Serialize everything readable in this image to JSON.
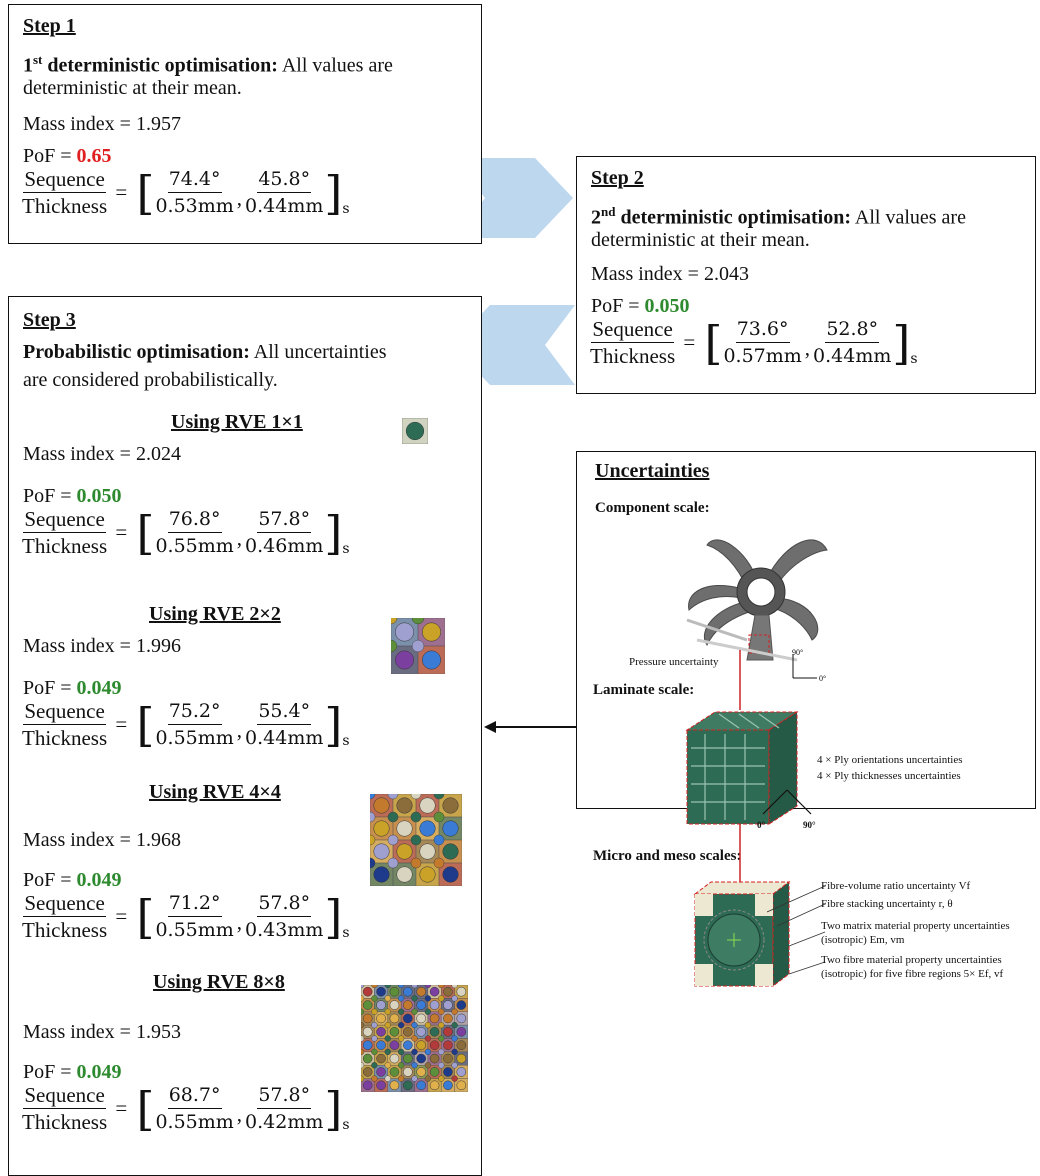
{
  "step1": {
    "title": "Step 1",
    "heading_num": "1",
    "heading_sup": "st",
    "heading_rest": " deterministic optimisation:",
    "desc1": " All values are",
    "desc2": "deterministic at their mean.",
    "mass": "Mass index = 1.957",
    "pof_label": "PoF = ",
    "pof_value": "0.65",
    "eq": {
      "lhs_num": "Sequence",
      "lhs_den": "Thickness",
      "a_num": "74.4°",
      "a_den": "0.53mm",
      "b_num": "45.8°",
      "b_den": "0.44mm",
      "sub": "s"
    }
  },
  "step2": {
    "title": "Step 2",
    "heading_num": "2",
    "heading_sup": "nd",
    "heading_rest": " deterministic optimisation:",
    "desc1": " All values are",
    "desc2": "deterministic at their mean.",
    "mass": "Mass index = 2.043",
    "pof_label": "PoF = ",
    "pof_value": "0.050",
    "eq": {
      "lhs_num": "Sequence",
      "lhs_den": "Thickness",
      "a_num": "73.6°",
      "a_den": "0.57mm",
      "b_num": "52.8°",
      "b_den": "0.44mm",
      "sub": "s"
    }
  },
  "step3": {
    "title": "Step 3",
    "heading": "Probabilistic optimisation:",
    "desc1": " All uncertainties",
    "desc2": "are considered probabilistically.",
    "rves": [
      {
        "title": "Using RVE 1×1",
        "mass": "Mass index = 2.024",
        "pof_label": "PoF = ",
        "pof_value": "0.050",
        "eq": {
          "lhs_num": "Sequence",
          "lhs_den": "Thickness",
          "a_num": "76.8°",
          "a_den": "0.55mm",
          "b_num": "57.8°",
          "b_den": "0.46mm",
          "sub": "s"
        }
      },
      {
        "title": "Using RVE 2×2",
        "mass": "Mass index = 1.996",
        "pof_label": "PoF = ",
        "pof_value": "0.049",
        "eq": {
          "lhs_num": "Sequence",
          "lhs_den": "Thickness",
          "a_num": "75.2°",
          "a_den": "0.55mm",
          "b_num": "55.4°",
          "b_den": "0.44mm",
          "sub": "s"
        }
      },
      {
        "title": "Using RVE 4×4",
        "mass": "Mass index = 1.968",
        "pof_label": "PoF = ",
        "pof_value": "0.049",
        "eq": {
          "lhs_num": "Sequence",
          "lhs_den": "Thickness",
          "a_num": "71.2°",
          "a_den": "0.55mm",
          "b_num": "57.8°",
          "b_den": "0.43mm",
          "sub": "s"
        }
      },
      {
        "title": "Using RVE 8×8",
        "mass": "Mass index = 1.953",
        "pof_label": "PoF = ",
        "pof_value": "0.049",
        "eq": {
          "lhs_num": "Sequence",
          "lhs_den": "Thickness",
          "a_num": "68.7°",
          "a_den": "0.55mm",
          "b_num": "57.8°",
          "b_den": "0.42mm",
          "sub": "s"
        }
      }
    ]
  },
  "uncertainties": {
    "title": "Uncertainties",
    "component_scale": "Component scale:",
    "pressure": "Pressure uncertainty",
    "axis_90": "90°",
    "axis_0": "0°",
    "laminate_scale": "Laminate scale:",
    "ply_orient": "4 × Ply orientations uncertainties",
    "ply_thick": "4 × Ply thicknesses uncertainties",
    "lam_0": "0°",
    "lam_90": "90°",
    "micro_scale": "Micro and meso scales:",
    "fibre_volume": "Fibre-volume  ratio uncertainty  Vf",
    "fibre_stacking": "Fibre stacking uncertainty  r, θ",
    "matrix1": "Two matrix  material  property uncertainties",
    "matrix2": "(isotropic) Em, vm",
    "fibre1": "Two fibre material  property uncertainties",
    "fibre2": "(isotropic) for five fibre regions  5× Ef, vf"
  },
  "colors": {
    "chevron": "#bcd7ee",
    "pof_bad": "#e02020",
    "pof_good": "#2e8a2e",
    "fibre_green": "#2e6b55",
    "cream": "#ece8d2",
    "dashed_red": "#d42020"
  }
}
